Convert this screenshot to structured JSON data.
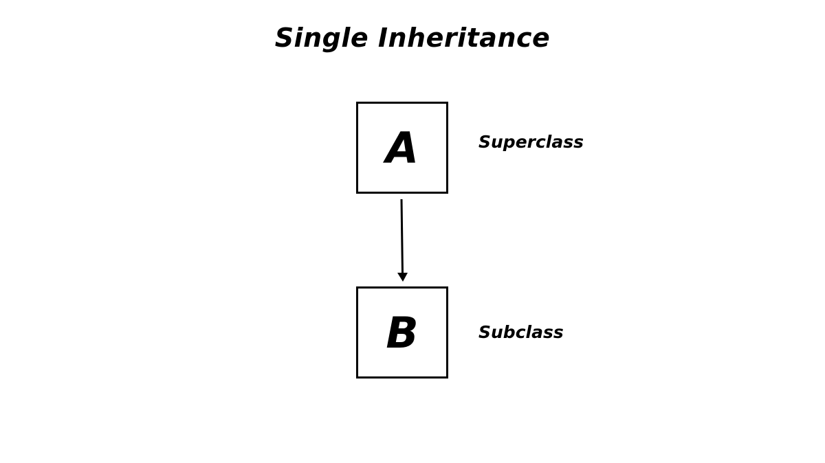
{
  "title": "Single Inheritance",
  "nodes": [
    {
      "id": "A",
      "letter": "A",
      "label": "Superclass"
    },
    {
      "id": "B",
      "letter": "B",
      "label": "Subclass"
    }
  ],
  "edges": [
    {
      "from": "A",
      "to": "B",
      "type": "arrow"
    }
  ]
}
